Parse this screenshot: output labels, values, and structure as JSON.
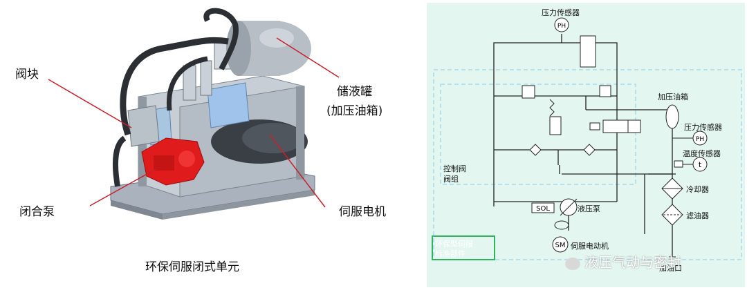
{
  "left_panel": {
    "labels": {
      "valve_block": "阀块",
      "reservoir_line1": "储液罐",
      "reservoir_line2": "(加压油箱)",
      "closed_pump": "闭合泵",
      "servo_motor": "伺服电机"
    },
    "caption": "环保伺服闭式单元"
  },
  "right_panel": {
    "labels": {
      "pressure_sensor_top": "压力传感器",
      "ph_top": "PH",
      "pressurized_tank": "加压油箱",
      "pressure_sensor_right": "压力传感器",
      "ph_right": "PH",
      "temp_sensor": "温度传感器",
      "t_symbol": "t",
      "control_valve_line1": "控制阀",
      "control_valve_line2": "阀组",
      "cooler": "冷却器",
      "filter": "滤油器",
      "sol": "SOL",
      "hydraulic_pump": "液压泵",
      "sm": "SM",
      "servo_motor": "伺服电动机",
      "std_parts_line1": "环保型伺服",
      "std_parts_line2": "标准部件",
      "fill_port": "加油口"
    },
    "watermark": "液压气动与密封"
  },
  "colors": {
    "panel_bg": "#e3f6ef",
    "dashed_box": "#a9d9ea",
    "green_box": "#2fb35f",
    "line": "#222222",
    "pump_red": "#e01b1b",
    "leader_red": "#c8202a",
    "frame_gray": "#9ea7b1",
    "valve_blue": "#9fc3ea"
  }
}
